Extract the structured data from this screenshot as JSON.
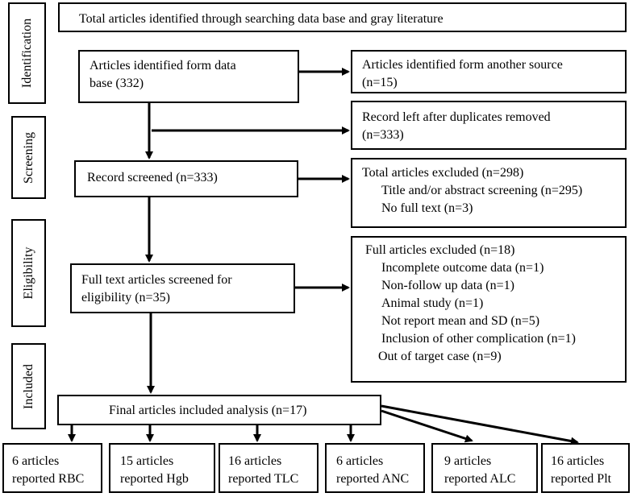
{
  "stages": {
    "identification": "Identification",
    "screening": "Screening",
    "eligibility": "Eligibility",
    "included": "Included"
  },
  "boxes": {
    "total_identified": "Total articles identified through searching data base and gray literature",
    "database": [
      "Articles identified form data",
      "base (332)"
    ],
    "other_source": [
      "Articles identified form another source",
      "(n=15)"
    ],
    "duplicates_removed": [
      "Record left after duplicates removed",
      "(n=333)"
    ],
    "screened": "Record screened (n=333)",
    "excluded_screening": {
      "title": "Total articles excluded (n=298)",
      "items": [
        "Title and/or abstract screening (n=295)",
        "No full text (n=3)"
      ]
    },
    "full_text": [
      "Full text articles screened for",
      "eligibility (n=35)"
    ],
    "excluded_full": {
      "title": "Full articles excluded (n=18)",
      "items": [
        "Incomplete outcome data (n=1)",
        "Non-follow up data (n=1)",
        "Animal study (n=1)",
        "Not report mean and SD (n=5)",
        "Inclusion of other complication (n=1)"
      ],
      "last": "Out of target case (n=9)"
    },
    "final": "Final articles included analysis (n=17)"
  },
  "outcomes": [
    [
      "6 articles",
      "reported RBC"
    ],
    [
      "15 articles",
      "reported Hgb"
    ],
    [
      "16 articles",
      "reported TLC"
    ],
    [
      "6 articles",
      "reported ANC"
    ],
    [
      "9 articles",
      "reported ALC"
    ],
    [
      "16 articles",
      "reported Plt"
    ]
  ]
}
